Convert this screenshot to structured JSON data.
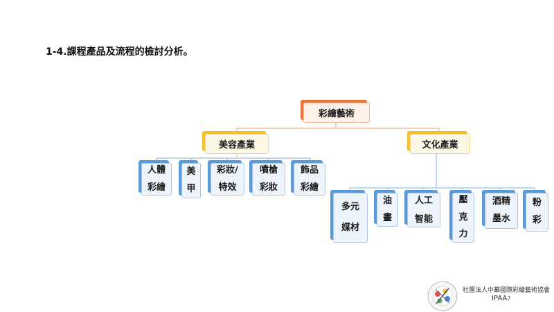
{
  "title": "1-4.課程產品及流程的檢討分析。",
  "diagram": {
    "root": "彩繪藝術",
    "left_branch": {
      "label": "美容產業",
      "children": [
        [
          "人體",
          "彩繪"
        ],
        [
          "美",
          "甲"
        ],
        [
          "彩妝/",
          "特效"
        ],
        [
          "噴槍",
          "彩妝"
        ],
        [
          "飾品",
          "彩繪"
        ]
      ]
    },
    "right_branch": {
      "label": "文化產業",
      "children": [
        [
          "多元",
          "媒材"
        ],
        [
          "油",
          "畫"
        ],
        [
          "人工",
          "智能"
        ],
        [
          "壓",
          "克",
          "力"
        ],
        [
          "酒精",
          "墨水"
        ],
        [
          "粉",
          "彩"
        ]
      ]
    }
  },
  "footer": {
    "org_name": "社團法人中華國際彩繪藝術協會",
    "org_abbr": "IPAA",
    "page_number": "7"
  },
  "colors": {
    "root_accent": "#e8763a",
    "level1_accent": "#f4c02c",
    "leaf_accent": "#5b9bd5",
    "connector_orange": "#f2b27a",
    "connector_yellow": "#f4d27a",
    "connector_blue": "#9dbde3"
  }
}
